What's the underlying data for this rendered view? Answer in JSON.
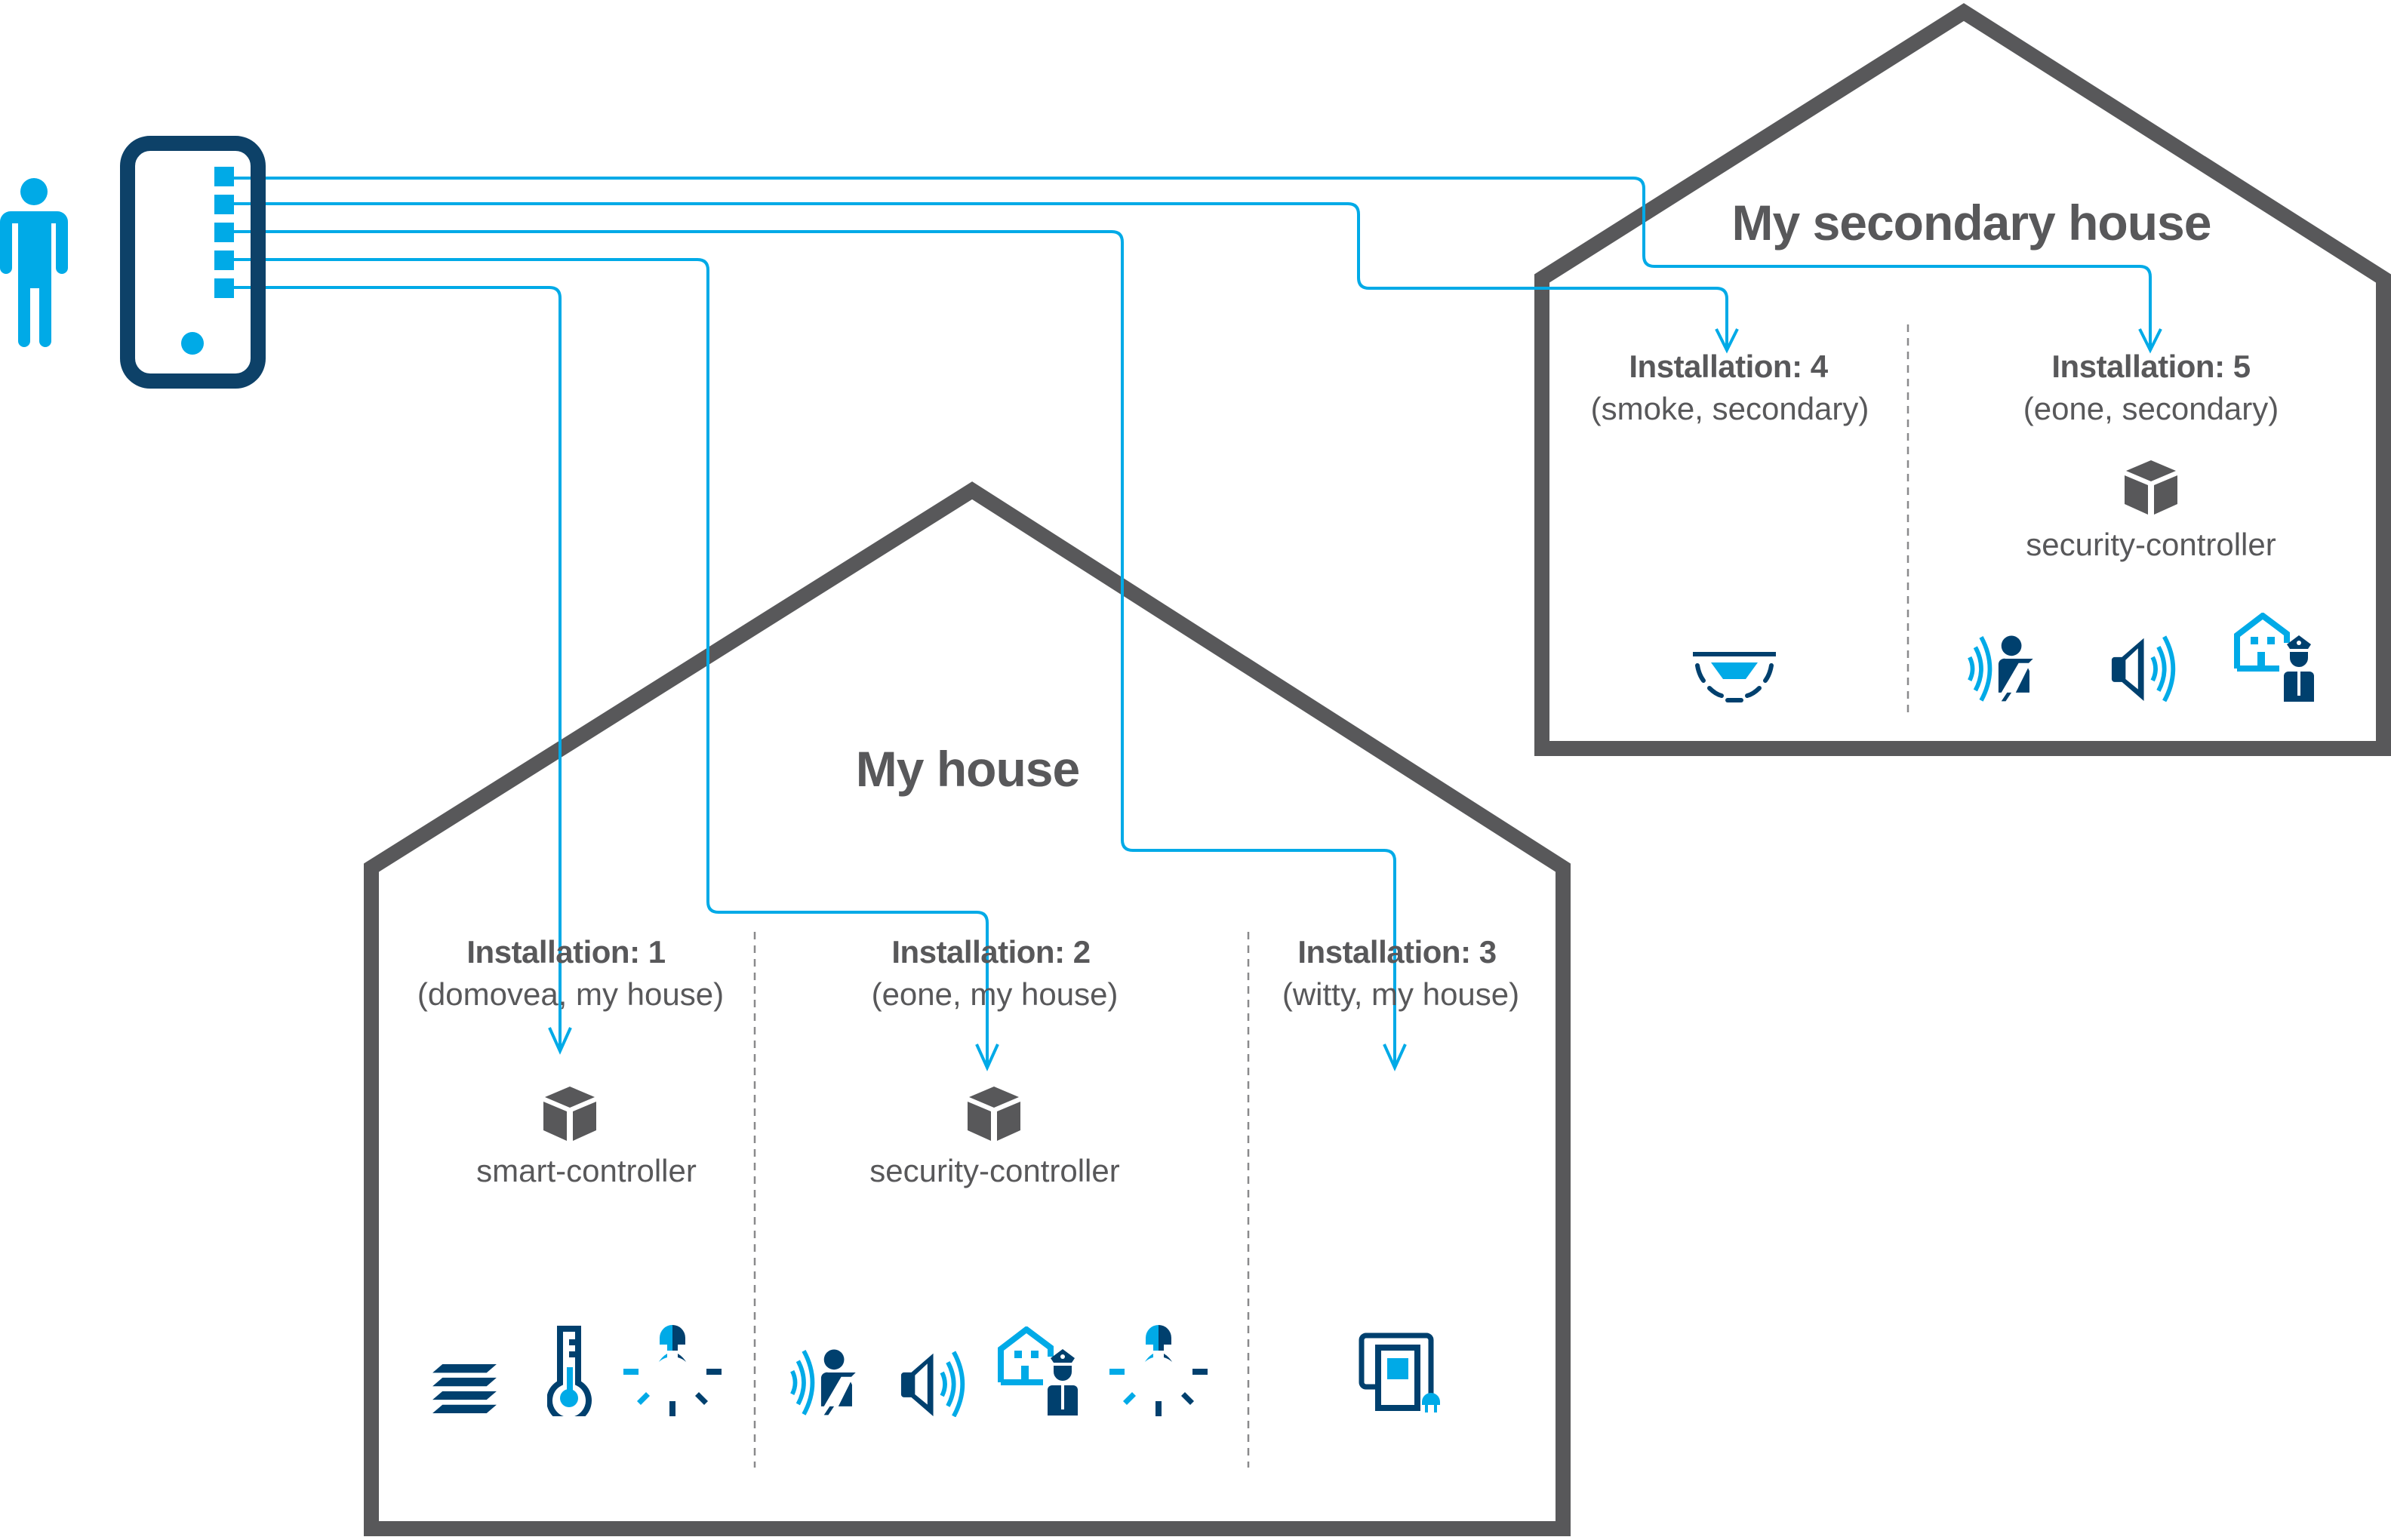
{
  "colors": {
    "accent_light": "#00aae7",
    "accent_dark": "#00406e",
    "device_frame": "#0d4168",
    "wall": "#58585a",
    "text": "#58585a"
  },
  "user": {
    "icon": "person-icon"
  },
  "device": {
    "icon": "mobile-device-icon",
    "port_count": 5
  },
  "houses": [
    {
      "id": "my-house",
      "title": "My house",
      "installations": [
        {
          "title": "Installation: 1",
          "subtitle": "(domovea, my house)",
          "controller": {
            "icon": "cube-icon",
            "label": "smart-controller"
          },
          "devices": [
            "shutter-icon",
            "thermometer-icon",
            "light-bulb-icon"
          ]
        },
        {
          "title": "Installation: 2",
          "subtitle": "(eone, my house)",
          "controller": {
            "icon": "cube-icon",
            "label": "security-controller"
          },
          "devices": [
            "motion-detector-icon",
            "siren-icon",
            "monitoring-service-icon",
            "light-bulb-icon"
          ]
        },
        {
          "title": "Installation: 3",
          "subtitle": "(witty, my house)",
          "controller": null,
          "devices": [
            "ev-charger-icon"
          ]
        }
      ]
    },
    {
      "id": "secondary-house",
      "title": "My secondary house",
      "installations": [
        {
          "title": "Installation: 4",
          "subtitle": "(smoke, secondary)",
          "controller": null,
          "devices": [
            "smoke-detector-icon"
          ]
        },
        {
          "title": "Installation: 5",
          "subtitle": "(eone, secondary)",
          "controller": {
            "icon": "cube-icon",
            "label": "security-controller"
          },
          "devices": [
            "motion-detector-icon",
            "siren-icon",
            "monitoring-service-icon"
          ]
        }
      ]
    }
  ],
  "connections": [
    {
      "from_port": 1,
      "to": "Installation: 5"
    },
    {
      "from_port": 2,
      "to": "Installation: 4"
    },
    {
      "from_port": 3,
      "to": "Installation: 3"
    },
    {
      "from_port": 4,
      "to": "Installation: 2"
    },
    {
      "from_port": 5,
      "to": "Installation: 1"
    }
  ]
}
